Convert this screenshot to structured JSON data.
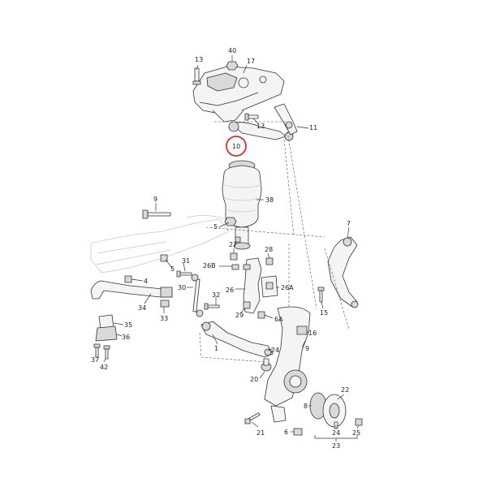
{
  "diagram": {
    "callouts": [
      {
        "key": "c13a",
        "label": "13"
      },
      {
        "key": "c40",
        "label": "40"
      },
      {
        "key": "c17",
        "label": "17"
      },
      {
        "key": "c13b",
        "label": "13"
      },
      {
        "key": "c11",
        "label": "11"
      },
      {
        "key": "c10",
        "label": "10"
      },
      {
        "key": "c38",
        "label": "38"
      },
      {
        "key": "c9a",
        "label": "9"
      },
      {
        "key": "c5a",
        "label": "5"
      },
      {
        "key": "c7",
        "label": "7"
      },
      {
        "key": "c27",
        "label": "27"
      },
      {
        "key": "c28",
        "label": "28"
      },
      {
        "key": "c4",
        "label": "4"
      },
      {
        "key": "c5b",
        "label": "5"
      },
      {
        "key": "c31",
        "label": "31"
      },
      {
        "key": "c26B",
        "label": "26B"
      },
      {
        "key": "c26",
        "label": "26"
      },
      {
        "key": "c26A",
        "label": "26A"
      },
      {
        "key": "c30",
        "label": "30"
      },
      {
        "key": "c32",
        "label": "32"
      },
      {
        "key": "c34",
        "label": "34"
      },
      {
        "key": "c33",
        "label": "33"
      },
      {
        "key": "c29",
        "label": "29"
      },
      {
        "key": "c6A",
        "label": "6A"
      },
      {
        "key": "c15",
        "label": "15"
      },
      {
        "key": "c35",
        "label": "35"
      },
      {
        "key": "c36",
        "label": "36"
      },
      {
        "key": "c16",
        "label": "16"
      },
      {
        "key": "c1",
        "label": "1"
      },
      {
        "key": "c24a",
        "label": "24"
      },
      {
        "key": "c9b",
        "label": "9"
      },
      {
        "key": "c37",
        "label": "37"
      },
      {
        "key": "c42",
        "label": "42"
      },
      {
        "key": "c20",
        "label": "20"
      },
      {
        "key": "c22",
        "label": "22"
      },
      {
        "key": "c8",
        "label": "8"
      },
      {
        "key": "c21",
        "label": "21"
      },
      {
        "key": "c6b",
        "label": "6"
      },
      {
        "key": "c24b",
        "label": "24"
      },
      {
        "key": "c25",
        "label": "25"
      },
      {
        "key": "c23",
        "label": "23"
      }
    ],
    "highlighted_callout": "10",
    "highlight_color": "#e0292c"
  }
}
